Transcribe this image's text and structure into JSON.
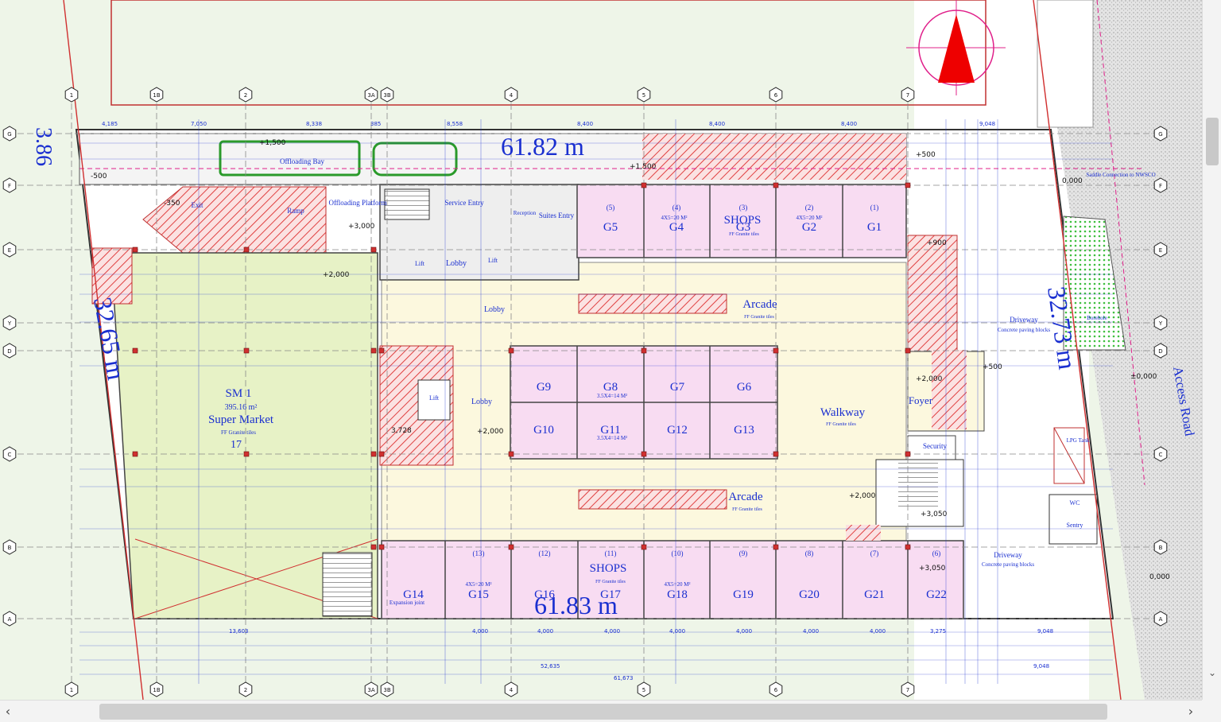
{
  "colors": {
    "site_green": "#eef5e8",
    "dimension_blue": "#1a2fd0",
    "shop_pink": "#f8dcf2",
    "arcade_yellow": "#fcf8de",
    "market_green": "#e7f2c6",
    "hatch_red": "#e04040",
    "grid_grey": "#7a7a7a",
    "road_grey": "#d6d6d6",
    "lawn_green": "#3fbf3f"
  },
  "measurements": {
    "top": "61.82 m",
    "bottom": "61.83 m",
    "left": "32.65 m",
    "right": "32.73 m",
    "top_left": "3.86"
  },
  "grid_columns": [
    "1",
    "1B",
    "2",
    "3A",
    "3B",
    "4",
    "5",
    "6",
    "7"
  ],
  "grid_rows": [
    "G",
    "F",
    "E",
    "Y",
    "D",
    "C",
    "B",
    "A"
  ],
  "spaces": {
    "supermarket": {
      "name": "SM 1",
      "area": "395.16 m²",
      "label": "Super Market",
      "finish": "FF Granite tiles",
      "number": "17"
    },
    "shops_top_title": "SHOPS",
    "shops_bottom_title": "SHOPS",
    "finish": "FF Granite tiles",
    "unit_dims": "4X5=20 M²",
    "small_dims": "3.5X4=14 M²",
    "walkway": "Walkway",
    "foyer": "Foyer",
    "arcade_1": "Arcade",
    "arcade_2": "Arcade",
    "lobby": "Lobby",
    "lift": "Lift",
    "security": "Security",
    "sentry": "Sentry",
    "wc": "WC",
    "lpg": "LPG Tank",
    "service_entry": "Service Entry",
    "suites_entry": "Suites Entry",
    "reception": "Reception",
    "offloading_bay": "Offloading Bay",
    "offloading_platform": "Offloading Platform",
    "ramp": "Ramp",
    "exit": "Exit",
    "driveway": "Driveway",
    "concrete_blocks": "Concrete paving blocks",
    "access_road": "Access Road",
    "expansion_joint": "Expansion joint",
    "borehole": "Borehole",
    "saddle_connection": "Saddle Connection to NWSCO"
  },
  "shops_top": [
    {
      "num": "(5)",
      "id": "G5"
    },
    {
      "num": "(4)",
      "id": "G4"
    },
    {
      "num": "(3)",
      "id": "G3"
    },
    {
      "num": "(2)",
      "id": "G2"
    },
    {
      "num": "(1)",
      "id": "G1"
    }
  ],
  "shops_mid_top": [
    "G9",
    "G8",
    "G7",
    "G6"
  ],
  "shops_mid_bottom": [
    "G10",
    "G11",
    "G12",
    "G13"
  ],
  "shops_bottom": [
    {
      "num": "",
      "id": "G14"
    },
    {
      "num": "(13)",
      "id": "G15"
    },
    {
      "num": "(12)",
      "id": "G16"
    },
    {
      "num": "(11)",
      "id": "G17"
    },
    {
      "num": "(10)",
      "id": "G18"
    },
    {
      "num": "(9)",
      "id": "G19"
    },
    {
      "num": "(8)",
      "id": "G20"
    },
    {
      "num": "(7)",
      "id": "G21"
    },
    {
      "num": "(6)",
      "id": "G22"
    }
  ],
  "levels": {
    "l1": "+1,500",
    "l2": "+2,000",
    "l3": "+3,000",
    "l4": "+2,000",
    "l5": "+2,000",
    "l6": "+3,050",
    "l7": "+3,050",
    "l8": "+900",
    "l9": "+2,000",
    "l10": "±0,000",
    "l11": "0,000",
    "l12": "0,000",
    "l13": "+500",
    "l14": "-500",
    "l15": "-350",
    "l16": "+1,500",
    "l17": "3,728",
    "l18": "+500"
  },
  "dims_top": [
    "4,185",
    "7,050",
    "8,338",
    "385",
    "8,558",
    "8,400",
    "8,400",
    "8,400",
    "9,048"
  ],
  "dims_bottom": [
    "13,603",
    "4,000",
    "4,000",
    "4,000",
    "4,000",
    "4,000",
    "4,000",
    "4,000",
    "3,275",
    "9,048"
  ],
  "dims_totals": [
    "52,635",
    "61,673",
    "9,048"
  ]
}
